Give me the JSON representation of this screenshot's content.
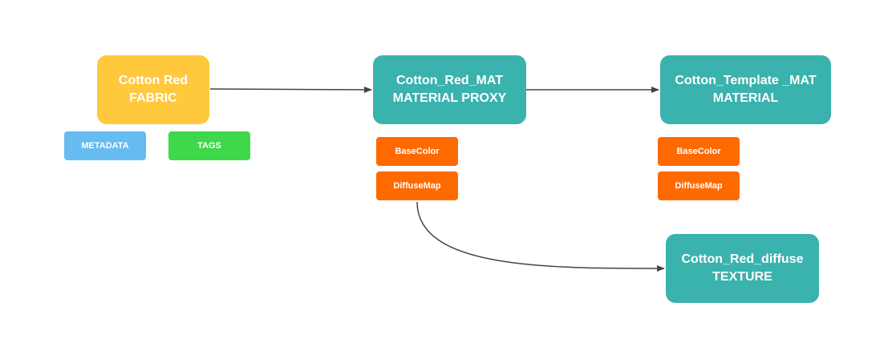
{
  "colors": {
    "fabric": "#ffc83d",
    "teal": "#3ab2ae",
    "metadata": "#66bbf1",
    "tags": "#3dd94a",
    "attribute": "#ff6a00",
    "edge": "#444444"
  },
  "nodes": {
    "fabric": {
      "name": "Cotton Red",
      "type": "FABRIC"
    },
    "material_proxy": {
      "name": "Cotton_Red_MAT",
      "type": "MATERIAL PROXY"
    },
    "material": {
      "name": "Cotton_Template _MAT",
      "type": "MATERIAL"
    },
    "texture": {
      "name": "Cotton_Red_diffuse",
      "type": "TEXTURE"
    }
  },
  "chips": {
    "metadata": "METADATA",
    "tags": "TAGS"
  },
  "attributes": {
    "proxy": [
      "BaseColor",
      "DiffuseMap"
    ],
    "material": [
      "BaseColor",
      "DiffuseMap"
    ]
  },
  "edges": [
    {
      "from": "fabric",
      "to": "material_proxy"
    },
    {
      "from": "material_proxy",
      "to": "material"
    },
    {
      "from": "material_proxy.DiffuseMap",
      "to": "texture"
    }
  ]
}
